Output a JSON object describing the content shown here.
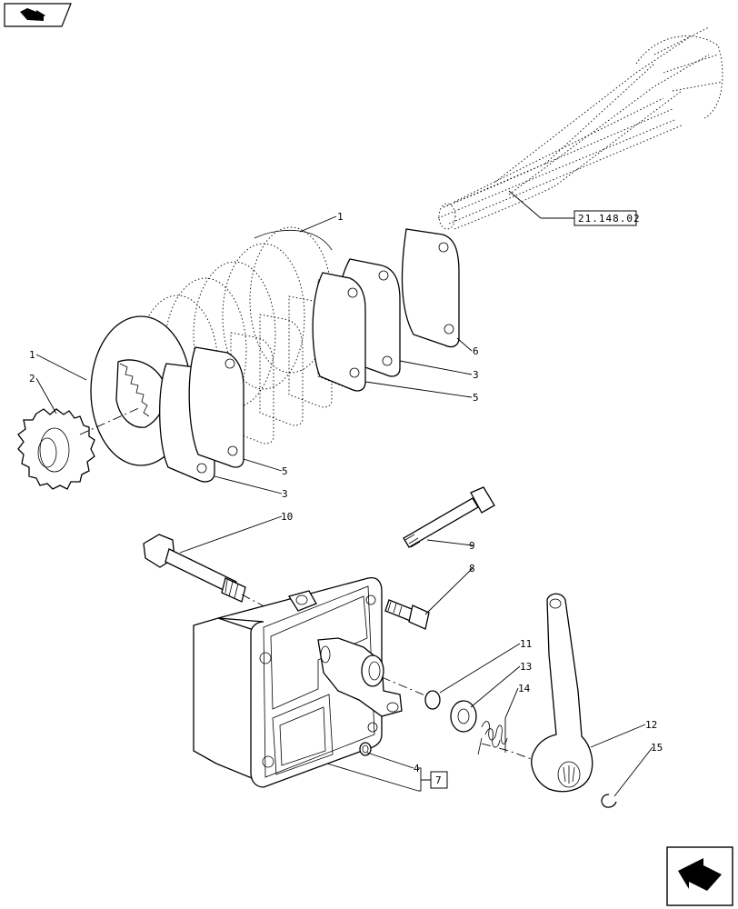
{
  "icons": {
    "top_left": "book-arrow-icon",
    "bottom_right": "next-page-arrow-icon"
  },
  "references": {
    "shaft_ref": "21.148.02",
    "group_ref": "7"
  },
  "callouts": [
    {
      "id": "c1a",
      "text": "1"
    },
    {
      "id": "c1b",
      "text": "1"
    },
    {
      "id": "c2",
      "text": "2"
    },
    {
      "id": "c3a",
      "text": "3"
    },
    {
      "id": "c3b",
      "text": "3"
    },
    {
      "id": "c4",
      "text": "4"
    },
    {
      "id": "c5a",
      "text": "5"
    },
    {
      "id": "c5b",
      "text": "5"
    },
    {
      "id": "c6",
      "text": "6"
    },
    {
      "id": "c8",
      "text": "8"
    },
    {
      "id": "c9",
      "text": "9"
    },
    {
      "id": "c10",
      "text": "10"
    },
    {
      "id": "c11",
      "text": "11"
    },
    {
      "id": "c12",
      "text": "12"
    },
    {
      "id": "c13",
      "text": "13"
    },
    {
      "id": "c14",
      "text": "14"
    },
    {
      "id": "c15",
      "text": "15"
    }
  ]
}
